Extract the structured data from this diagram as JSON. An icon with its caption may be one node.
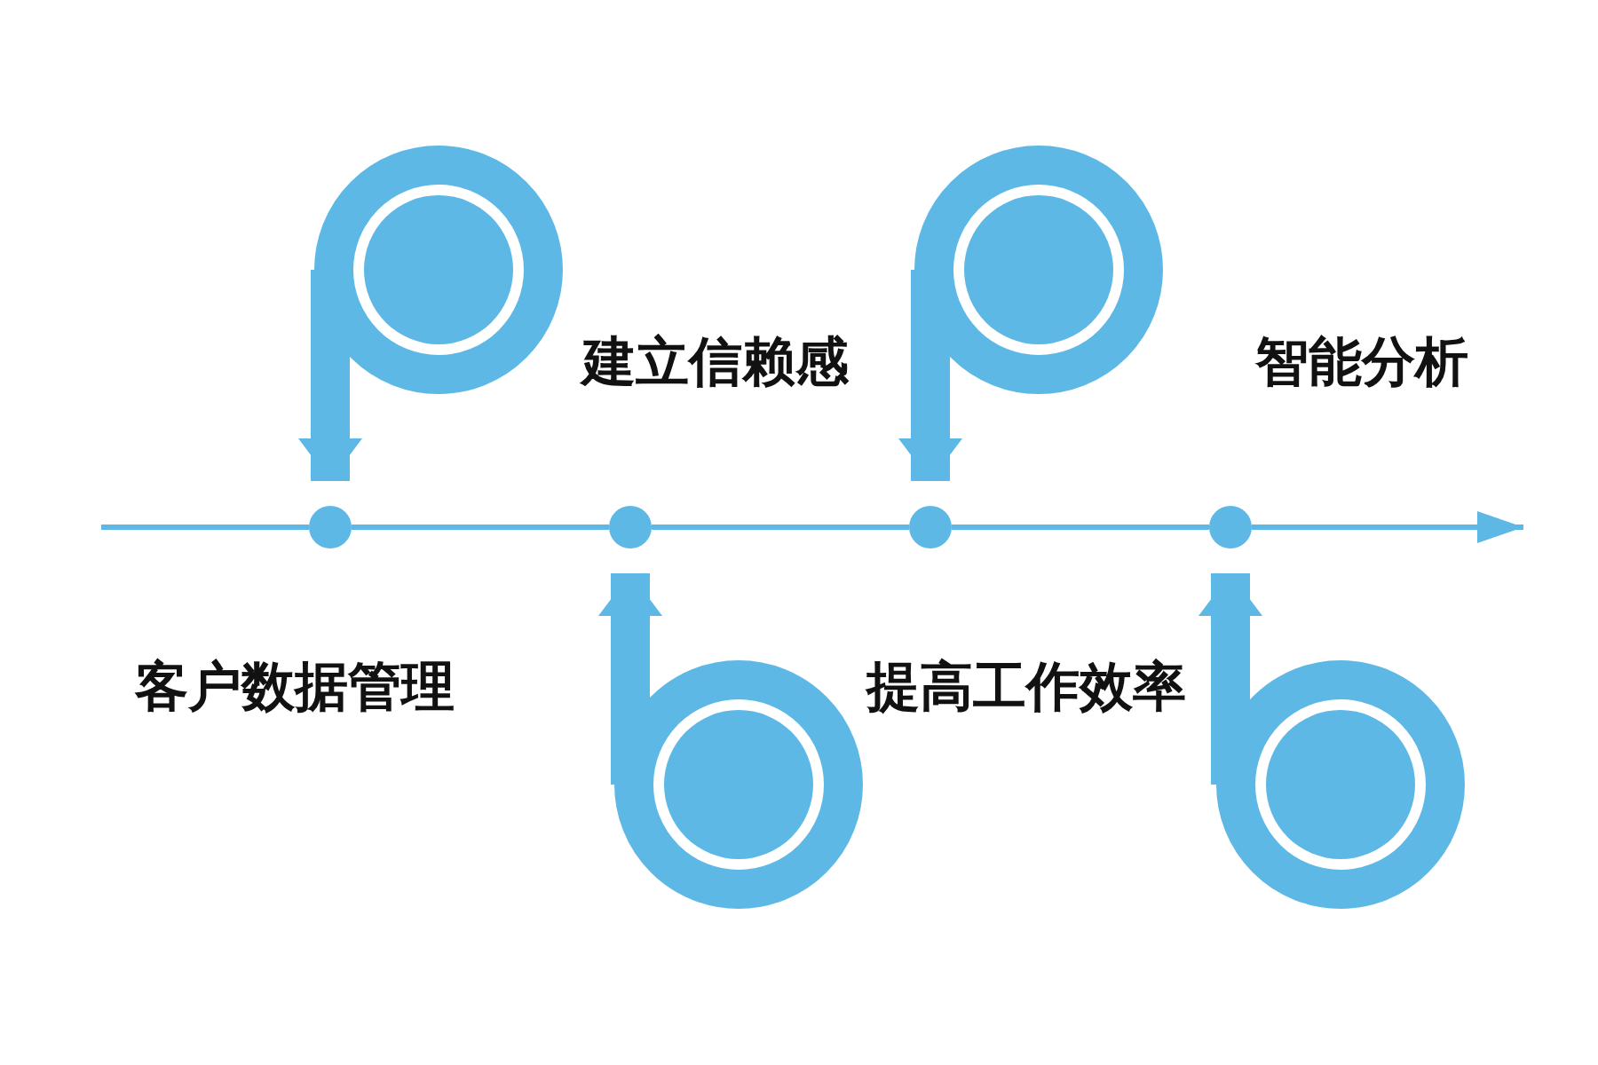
{
  "diagram": {
    "nodes": [
      {
        "text": [],
        "shape": "circle"
      },
      {
        "text": [],
        "shape": "circle"
      },
      {
        "text": [],
        "shape": "circle"
      },
      {
        "text": [],
        "shape": "circle"
      },
      {
        "text": [],
        "shape": "circle"
      },
      {
        "text": [],
        "shape": "circle"
      },
      {
        "text": [],
        "shape": "circle"
      },
      {
        "text": [],
        "shape": "circle"
      }
    ],
    "edges": [
      {
        "from": null,
        "to": 0,
        "arrow": "none"
      },
      {
        "from": 0,
        "to": 1,
        "arrow": "none"
      },
      {
        "from": 1,
        "to": 2,
        "arrow": "none"
      },
      {
        "from": 2,
        "to": 3,
        "arrow": "none"
      },
      {
        "from": 3,
        "to": null,
        "arrow": "to"
      },
      {
        "from": 4,
        "to": 0,
        "arrow": "to",
        "style": "thick"
      },
      {
        "from": 5,
        "to": 2,
        "arrow": "to",
        "style": "thick"
      },
      {
        "from": 6,
        "to": 1,
        "arrow": "to",
        "style": "thick"
      },
      {
        "from": 7,
        "to": 3,
        "arrow": "to",
        "style": "thick"
      }
    ],
    "labels": [
      "建立信赖感",
      "智能分析",
      "客户数据管理",
      "提高工作效率"
    ]
  }
}
